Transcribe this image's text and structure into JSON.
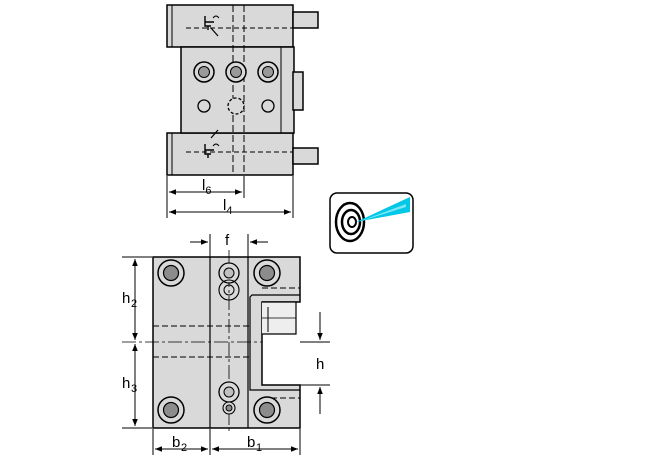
{
  "dimensions": {
    "l6": {
      "main": "l",
      "sub": "6"
    },
    "l4": {
      "main": "l",
      "sub": "4"
    },
    "f": "f",
    "h2": {
      "main": "h",
      "sub": "2"
    },
    "h3": {
      "main": "h",
      "sub": "3"
    },
    "h": "h",
    "b2": {
      "main": "b",
      "sub": "2"
    },
    "b1": {
      "main": "b",
      "sub": "1"
    }
  },
  "icons": {
    "coolant": "through-coolant-target-icon",
    "top_coolant_port": "coolant-port-icon",
    "bottom_coolant_port": "coolant-port-icon"
  },
  "colors": {
    "body_fill": "#d9d9d9",
    "outline": "#000000",
    "coolant_jet": "#00c8e6"
  }
}
